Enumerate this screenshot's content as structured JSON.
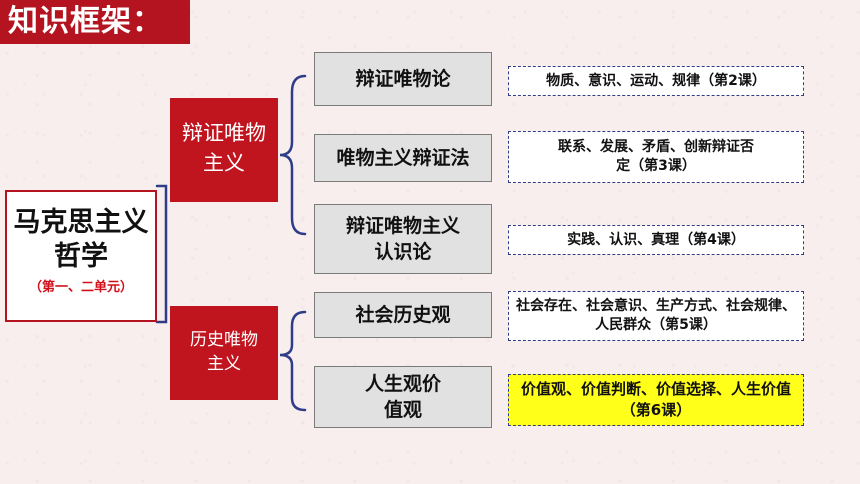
{
  "title": "知识框架：",
  "root": {
    "main": "马克思主义哲学",
    "note": "（第一、二单元）"
  },
  "categories": [
    {
      "label": "辩证唯物主义"
    },
    {
      "label": "历史唯物主义"
    }
  ],
  "topics": [
    {
      "label": "辩证唯物论",
      "detail": "物质、意识、运动、规律（第2课）"
    },
    {
      "label": "唯物主义辩证法",
      "detail": "联系、发展、矛盾、创新辩证否定（第3课）"
    },
    {
      "label": "辩证唯物主义认识论",
      "detail": "实践、认识、真理（第4课）"
    },
    {
      "label": "社会历史观",
      "detail": "社会存在、社会意识、生产方式、社会规律、人民群众（第5课）"
    },
    {
      "label": "人生观价值观",
      "detail": "价值观、价值判断、价值选择、人生价值（第6课）",
      "highlighted": true
    }
  ],
  "colors": {
    "accent_red": "#c0141f",
    "connector_blue": "#2f3c88",
    "highlight": "#ffff1a",
    "node_gray": "#e1e1e1"
  }
}
